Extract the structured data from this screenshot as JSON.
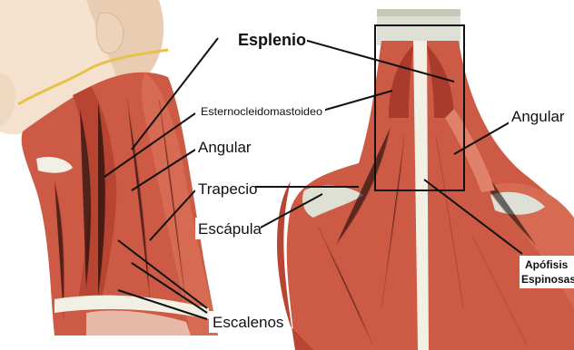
{
  "labels": {
    "esplenio": "Esplenio",
    "esternocleidomastoideo": "Esternocleidomastoideo",
    "angular_left": "Angular",
    "angular_right": "Angular",
    "trapecio": "Trapecio",
    "escapula": "Escápula",
    "escalenos": "Escalenos",
    "apofisis_line1": "Apófisis",
    "apofisis_line2": "Espinosas"
  },
  "colors": {
    "muscle": "#cc5a45",
    "muscle_dark": "#a83b2c",
    "muscle_light": "#e0826b",
    "skin": "#f4e2cf",
    "skin_shadow": "#e9cdb2",
    "bone": "#dfe0d5",
    "bone_shadow": "#c6c9b8",
    "cartilage": "#f2f0e4",
    "background": "#ffffff"
  }
}
